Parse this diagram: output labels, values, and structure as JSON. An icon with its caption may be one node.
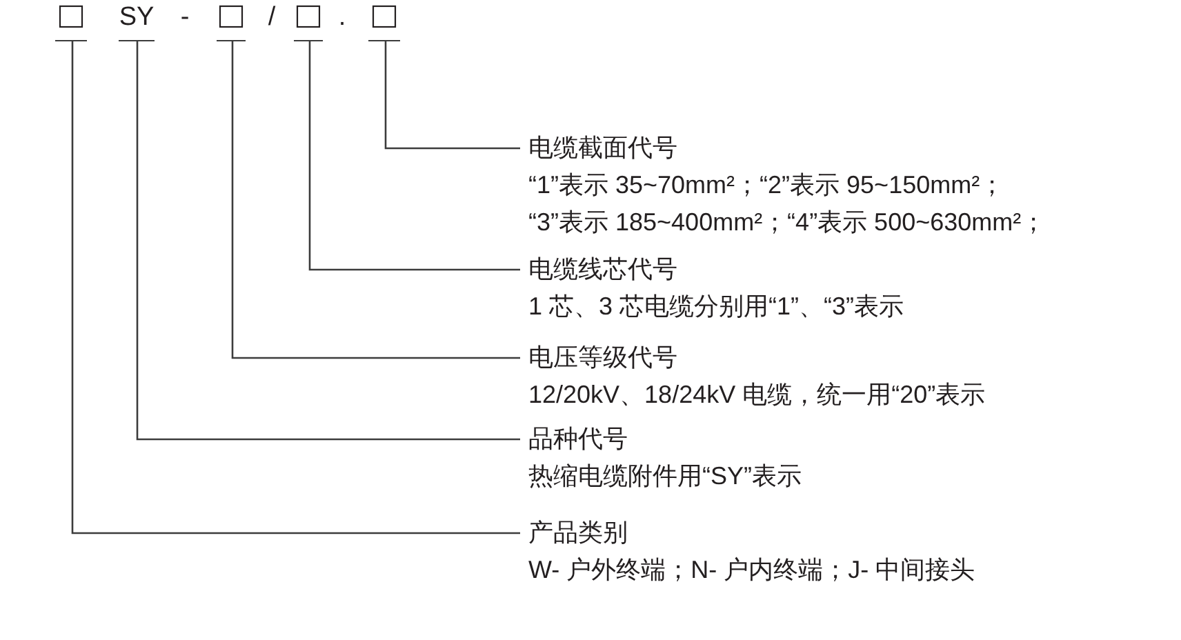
{
  "diagram": {
    "nodes": [
      {
        "text": [],
        "shape": "box"
      },
      {
        "text": [
          "SY"
        ]
      },
      {
        "text": [],
        "shape": "box"
      },
      {
        "text": [],
        "shape": "box"
      },
      {
        "text": [],
        "shape": "box"
      },
      {
        "text": [
          "电缆截面代号",
          "“1”表示 35~70mm²；“2”表示 95~150mm²；",
          "“3”表示 185~400mm²；“4”表示 500~630mm²；"
        ]
      },
      {
        "text": [
          "电缆线芯代号",
          "1 芯、3 芯电缆分别用“1”、“3”表示"
        ]
      },
      {
        "text": [
          "电压等级代号",
          "12/20kV、18/24kV 电缆，统一用“20”表示"
        ]
      },
      {
        "text": [
          "品种代号",
          "热缩电缆附件用“SY”表示"
        ]
      },
      {
        "text": [
          "产品类别",
          "W- 户外终端；N- 户内终端；J- 中间接头"
        ]
      }
    ],
    "edges": [
      {
        "from": 4,
        "to": 5,
        "arrow": "none"
      },
      {
        "from": 3,
        "to": 6,
        "arrow": "none"
      },
      {
        "from": 2,
        "to": 7,
        "arrow": "none"
      },
      {
        "from": 1,
        "to": 8,
        "arrow": "none"
      },
      {
        "from": 0,
        "to": 9,
        "arrow": "none"
      }
    ],
    "labels": [
      "-",
      "/",
      "."
    ]
  }
}
